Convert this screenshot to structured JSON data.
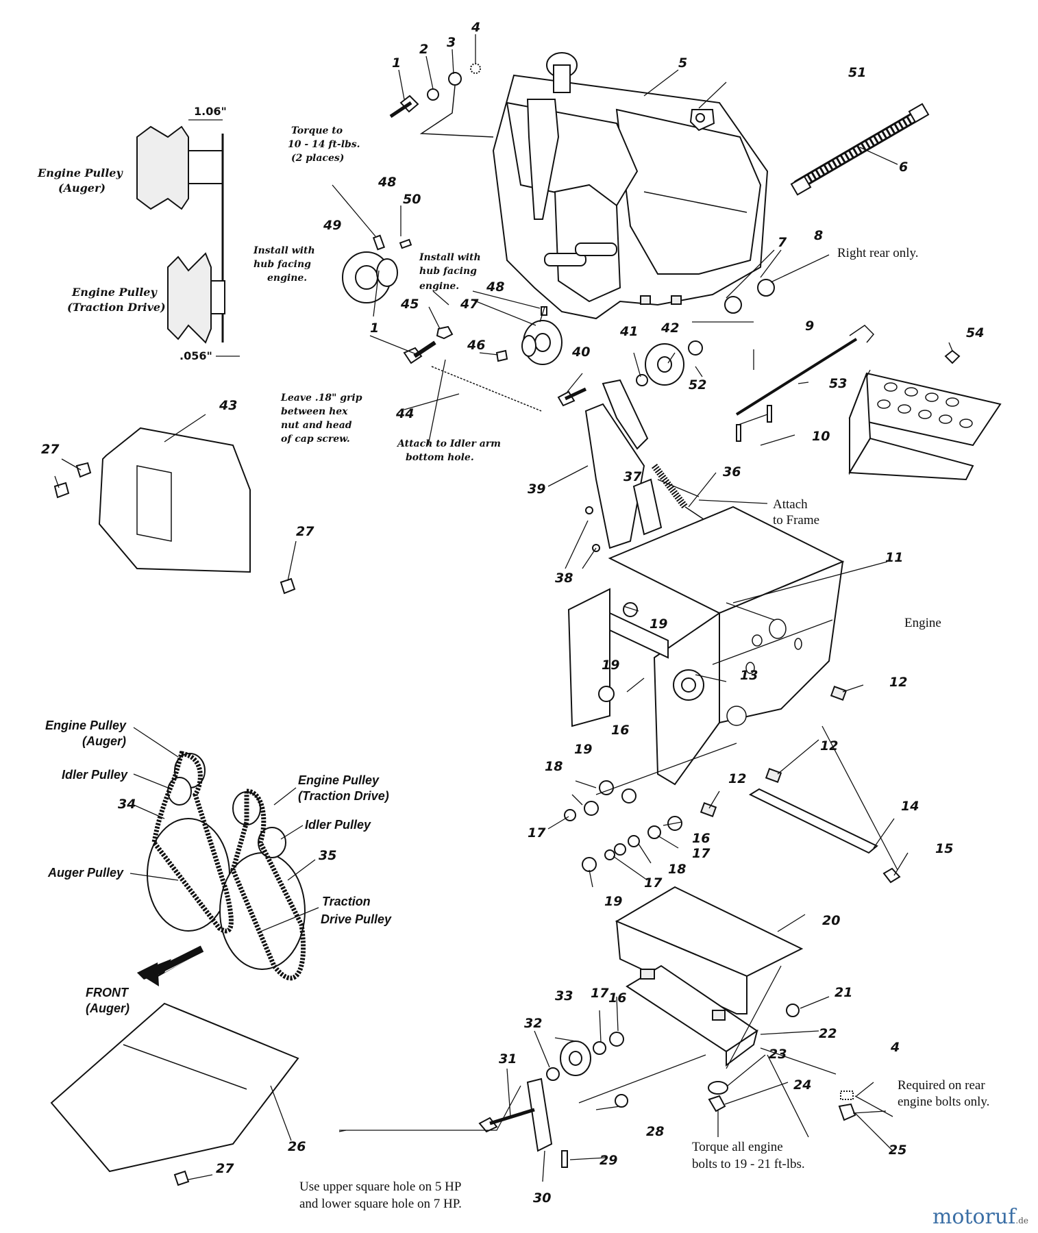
{
  "callouts": {
    "c1": "1",
    "c2": "2",
    "c3": "3",
    "c4": "4",
    "c5": "5",
    "c6": "6",
    "c7": "7",
    "c8": "8",
    "c9": "9",
    "c10": "10",
    "c11": "11",
    "c12": "12",
    "c13": "13",
    "c14": "14",
    "c15": "15",
    "c16": "16",
    "c17": "17",
    "c18": "18",
    "c19": "19",
    "c20": "20",
    "c21": "21",
    "c22": "22",
    "c23": "23",
    "c24": "24",
    "c25": "25",
    "c26": "26",
    "c27": "27",
    "c28": "28",
    "c29": "29",
    "c30": "30",
    "c31": "31",
    "c32": "32",
    "c33": "33",
    "c34": "34",
    "c35": "35",
    "c36": "36",
    "c37": "37",
    "c38": "38",
    "c39": "39",
    "c40": "40",
    "c41": "41",
    "c42": "42",
    "c43": "43",
    "c44": "44",
    "c45": "45",
    "c46": "46",
    "c47": "47",
    "c48": "48",
    "c49": "49",
    "c50": "50",
    "c51": "51",
    "c52": "52",
    "c53": "53",
    "c54": "54"
  },
  "notes": {
    "torque_1": "Torque to",
    "torque_2": "10 - 14 ft-lbs.",
    "torque_3": "(2 places)",
    "install1_1": "Install with",
    "install1_2": "hub facing",
    "install1_3": "engine.",
    "install2_1": "Install with",
    "install2_2": "hub facing",
    "install2_3": "engine.",
    "leave_1": "Leave .18\" grip",
    "leave_2": "between hex",
    "leave_3": "nut and head",
    "leave_4": "of cap screw.",
    "attach_idler_1": "Attach to Idler arm",
    "attach_idler_2": "bottom hole.",
    "right_rear": "Right rear only.",
    "attach_frame_1": "Attach",
    "attach_frame_2": "to Frame",
    "engine": "Engine",
    "required_1": "Required on rear",
    "required_2": "engine bolts only.",
    "torque_engine_1": "Torque all engine",
    "torque_engine_2": "bolts to 19 - 21 ft-lbs.",
    "square_hole_1": "Use upper square hole on 5 HP",
    "square_hole_2": "and lower square hole on 7 HP."
  },
  "pulley_detail": {
    "dim_top": "1.06\"",
    "dim_bottom": ".056\"",
    "auger_1": "Engine Pulley",
    "auger_2": "(Auger)",
    "traction_1": "Engine Pulley",
    "traction_2": "(Traction Drive)"
  },
  "belt_diagram": {
    "engine_auger_1": "Engine Pulley",
    "engine_auger_2": "(Auger)",
    "idler_left": "Idler Pulley",
    "engine_traction_1": "Engine Pulley",
    "engine_traction_2": "(Traction Drive)",
    "idler_right": "Idler Pulley",
    "auger_pulley": "Auger Pulley",
    "traction_1": "Traction",
    "traction_2": "Drive Pulley",
    "front_1": "FRONT",
    "front_2": "(Auger)"
  },
  "watermark": {
    "brand": "motoruf",
    "suffix": ".de"
  }
}
